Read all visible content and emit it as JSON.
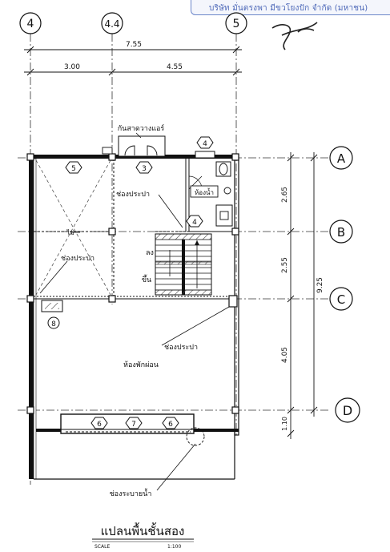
{
  "stamp": {
    "text": "บริษัท มั่นตรงพา มีขวโยงปัก จำกัด (มหาชน)"
  },
  "grid": {
    "columns": [
      "4",
      "4.4",
      "5"
    ],
    "rows": [
      "A",
      "B",
      "C",
      "D"
    ]
  },
  "dimensions": {
    "overall_width": "7.55",
    "span_left": "3.00",
    "span_right": "4.55",
    "row_ab": "2.65",
    "row_bc": "2.55",
    "row_cd": "4.05",
    "row_d_edge": "1.10",
    "overall_depth": "9.25"
  },
  "labels": {
    "ac_ledge": "กันสาดวางแอร์",
    "void_top": "ช่องประปา",
    "bathroom": "ห้องน้ำ",
    "void_left": "ช่องประปา",
    "stair_down": "ลง",
    "stair_up": "ขึ้น",
    "void_right": "ช่องประปา",
    "living_room": "ห้องพักผ่อน",
    "drain": "ช่องระบายน้ำ",
    "wall_mark": "ไม่"
  },
  "tags": {
    "t5": "5",
    "t3": "3",
    "t4_top": "4",
    "t4_mid": "4",
    "t8": "8",
    "t6_left": "6",
    "t7": "7",
    "t6_right": "6"
  },
  "title": {
    "main": "แปลนพื้นชั้นสอง",
    "scale_label": "SCALE",
    "scale_value": "1:100"
  }
}
